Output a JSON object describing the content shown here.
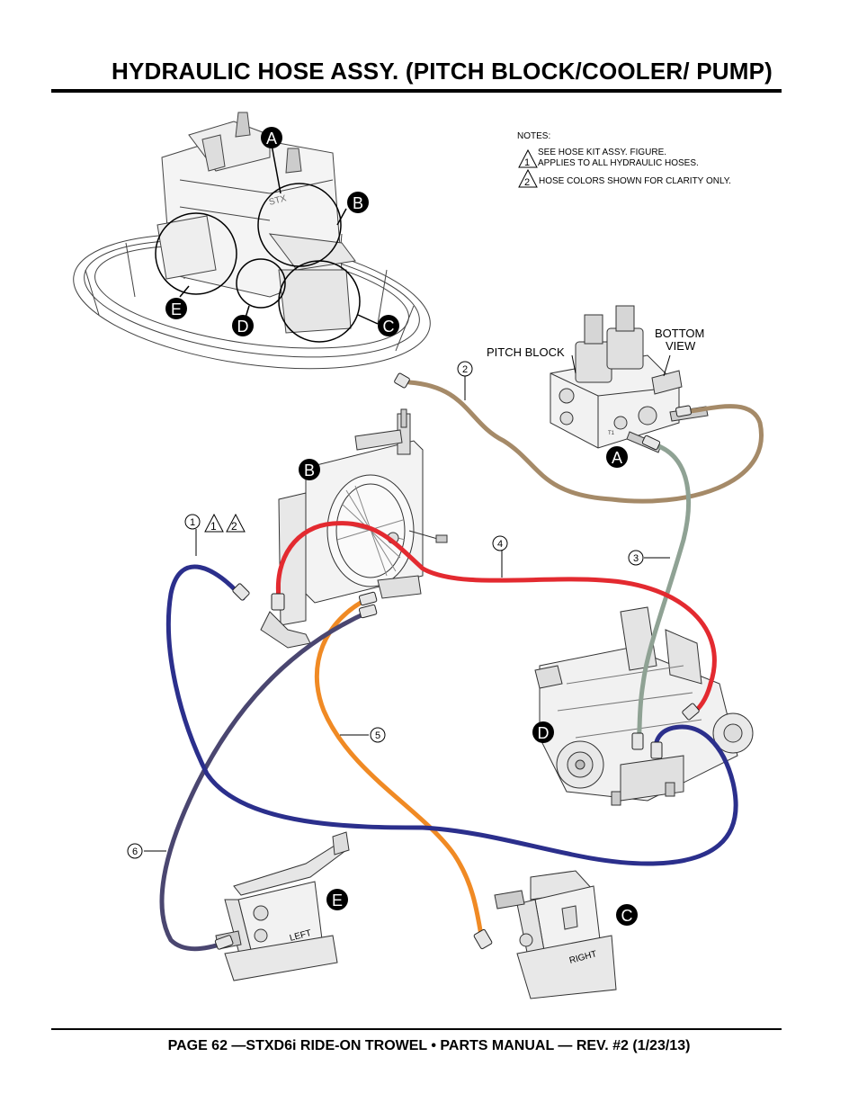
{
  "header": {
    "title": "HYDRAULIC HOSE ASSY. (PITCH BLOCK/COOLER/ PUMP)"
  },
  "notes": {
    "heading": "NOTES:",
    "note1_line1": "SEE HOSE KIT ASSY. FIGURE.",
    "note1_line2": "APPLIES TO ALL HYDRAULIC HOSES.",
    "note2": "HOSE COLORS SHOWN FOR CLARITY ONLY.",
    "flag1": "1",
    "flag2": "2"
  },
  "callouts": {
    "pitch_block": "PITCH BLOCK",
    "bottom_view_line1": "BOTTOM",
    "bottom_view_line2": "VIEW",
    "left": "LEFT",
    "right": "RIGHT",
    "t1": "T1"
  },
  "detail_letters": {
    "a": "A",
    "b": "B",
    "c": "C",
    "d": "D",
    "e": "E"
  },
  "item_numbers": {
    "n1": "1",
    "n2": "2",
    "n3": "3",
    "n4": "4",
    "n5": "5",
    "n6": "6"
  },
  "hose_colors": {
    "hose1": "#2b2f8c",
    "hose2": "#a58a68",
    "hose3": "#8fa294",
    "hose4": "#e32a30",
    "hose5": "#f08a24",
    "hose6": "#4a4670"
  },
  "footer": {
    "text": "PAGE 62 —STXD6i RIDE-ON TROWEL • PARTS MANUAL — REV. #2 (1/23/13)"
  }
}
